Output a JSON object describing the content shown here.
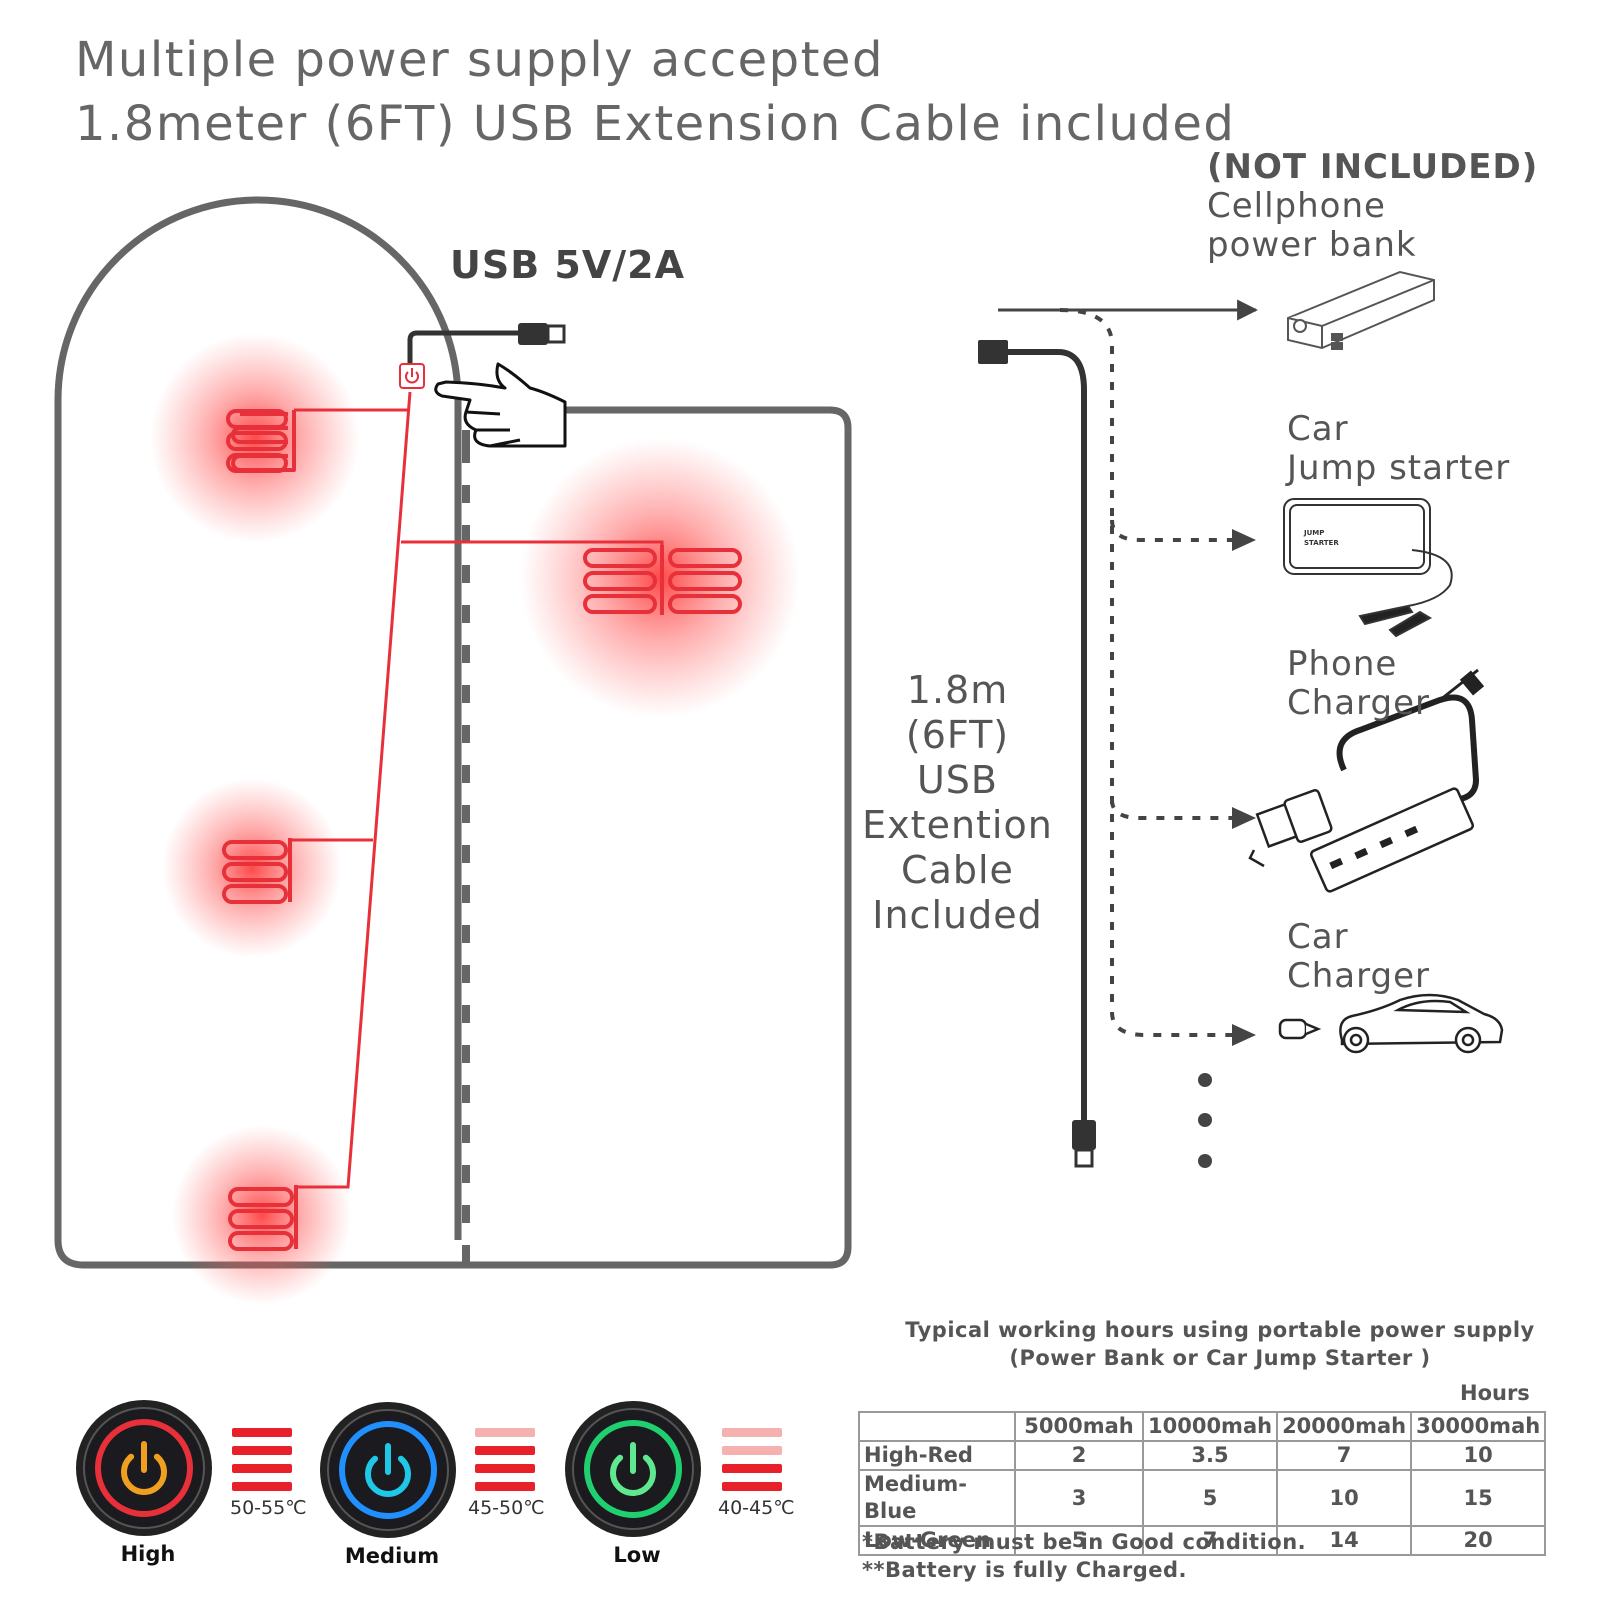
{
  "headline": {
    "line1": "Multiple power supply accepted",
    "line2": "1.8meter (6FT) USB Extension Cable included"
  },
  "diagram": {
    "usb_label": "USB 5V/2A",
    "cable_label": [
      "1.8m",
      "(6FT)",
      "USB",
      "Extention",
      "Cable",
      "Included"
    ]
  },
  "power_sources": {
    "not_included": "(NOT INCLUDED)",
    "items": [
      {
        "line1": "Cellphone",
        "line2": "power bank",
        "icon": "power-bank-icon"
      },
      {
        "line1": "Car",
        "line2": "Jump starter",
        "icon": "jump-starter-icon",
        "device_text": [
          "JUMP",
          "STARTER"
        ]
      },
      {
        "line1": "Phone",
        "line2": "Charger",
        "icon": "phone-charger-icon"
      },
      {
        "line1": "Car",
        "line2": "Charger",
        "icon": "car-charger-icon"
      }
    ]
  },
  "modes": [
    {
      "name": "High",
      "temp": "50-55℃",
      "ring_color": "#e8303a",
      "inner_color": "#f0a020",
      "active_bars": 4
    },
    {
      "name": "Medium",
      "temp": "45-50℃",
      "ring_color": "#2090ff",
      "inner_color": "#20c8e8",
      "active_bars": 3
    },
    {
      "name": "Low",
      "temp": "40-45℃",
      "ring_color": "#20d070",
      "inner_color": "#60e890",
      "active_bars": 2
    }
  ],
  "hours_table": {
    "title_line1": "Typical working hours using portable power supply",
    "title_line2": "(Power Bank or Car Jump Starter )",
    "unit": "Hours",
    "columns": [
      "5000mah",
      "10000mah",
      "20000mah",
      "30000mah"
    ],
    "rows": [
      {
        "label": "High-Red",
        "values": [
          "2",
          "3.5",
          "7",
          "10"
        ]
      },
      {
        "label": "Medium-Blue",
        "values": [
          "3",
          "5",
          "10",
          "15"
        ]
      },
      {
        "label": "Low-Green",
        "values": [
          "5",
          "7",
          "14",
          "20"
        ]
      }
    ],
    "notes": [
      "*Battery must be in Good condition.",
      "**Battery is fully Charged."
    ]
  }
}
